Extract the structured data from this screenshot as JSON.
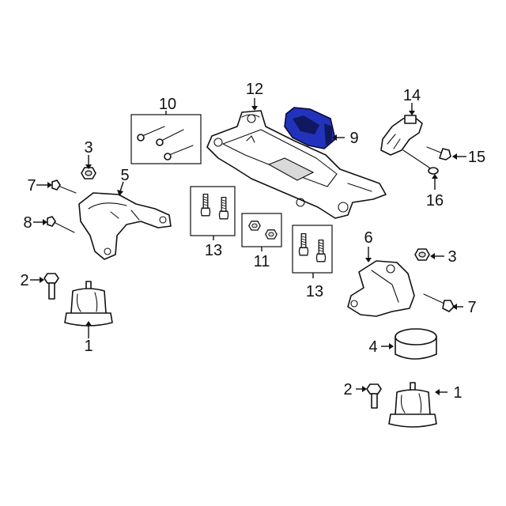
{
  "diagram": {
    "highlight_color": "#2233bb",
    "callouts": {
      "c1_left": "1",
      "c1_right": "1",
      "c2_left": "2",
      "c2_right": "2",
      "c3_left": "3",
      "c3_right": "3",
      "c4": "4",
      "c5": "5",
      "c6": "6",
      "c7_left": "7",
      "c7_right": "7",
      "c8": "8",
      "c9": "9",
      "c10": "10",
      "c11": "11",
      "c12": "12",
      "c13_left": "13",
      "c13_right": "13",
      "c14": "14",
      "c15": "15",
      "c16": "16"
    }
  }
}
